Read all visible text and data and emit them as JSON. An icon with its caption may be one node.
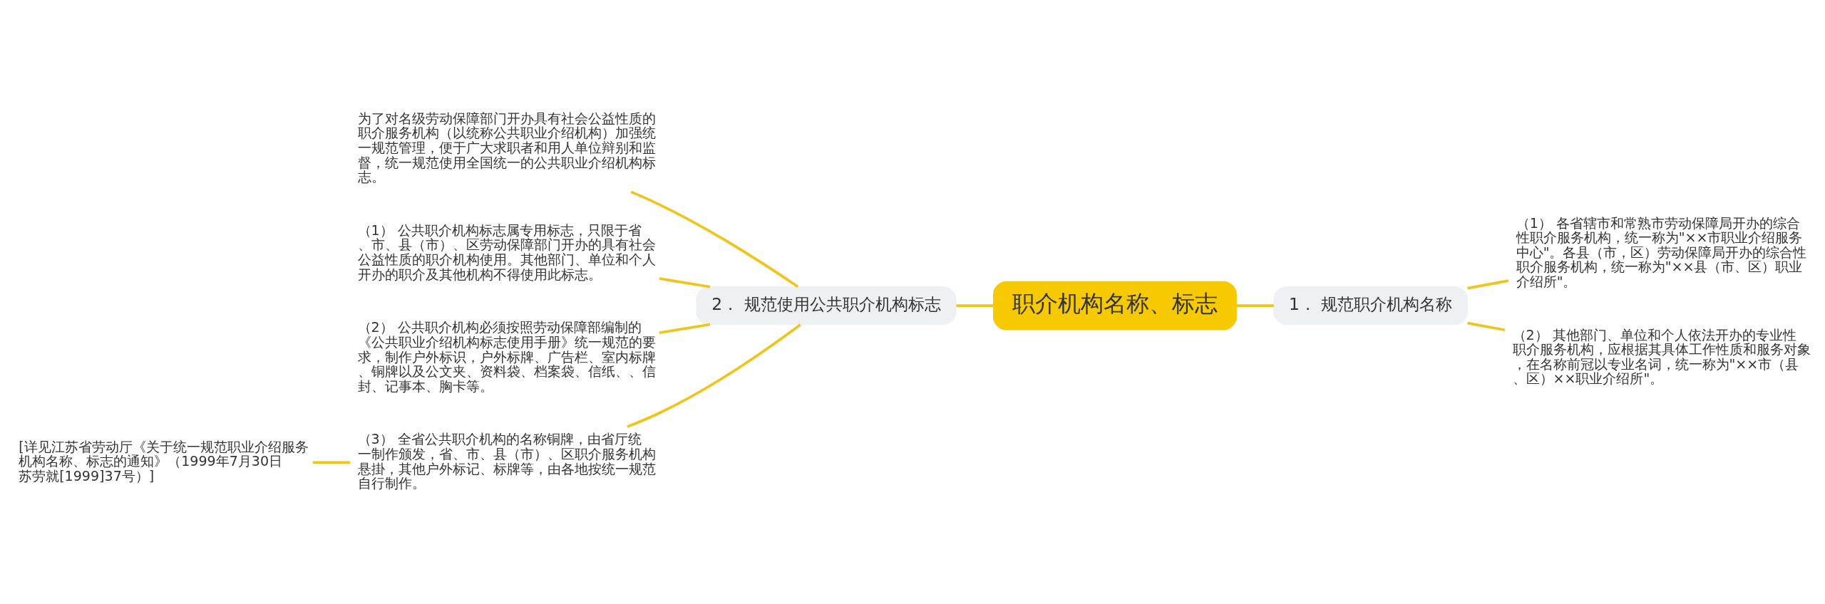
{
  "diagram": {
    "nodes": [
      {
        "text": [
          "职介机构名称、标志"
        ]
      },
      {
        "text": [
          "1． 规范职介机构名称"
        ]
      },
      {
        "text": [
          "（1） 各省辖市和常熟市劳动保障局开办的综合性职介服务机构，统一称为\"××市职业介绍服务中心\"。各县（市，区）劳动保障局开办的综合性职介服务机构，统一称为\"××县（市、区）职业介绍所\"。"
        ]
      },
      {
        "text": [
          "（2） 其他部门、单位和个人依法开办的专业性职介服务机构，应根据其具体工作性质和服务对象，在名称前冠以专业名词，统一称为\"××市（县、区）××职业介绍所\"。"
        ]
      },
      {
        "text": [
          "2． 规范使用公共职介机构标志"
        ]
      },
      {
        "text": [
          "为了对名级劳动保障部门开办具有社会公益性质的职介服务机构（以统称公共职业介绍机构）加强统一规范管理，便于广大求职者和用人单位辩别和监督，统一规范使用全国统一的公共职业介绍机构标志。"
        ]
      },
      {
        "text": [
          "（1） 公共职介机构标志属专用标志，只限于省、市、县（市）、区劳动保障部门开办的具有社会公益性质的职介机构使用。其他部门、单位和个人开办的职介及其他机构不得使用此标志。"
        ]
      },
      {
        "text": [
          "（2） 公共职介机构必须按照劳动保障部编制的《公共职业介绍机构标志使用手册》统一规范的要求，制作户外标识，户外标牌、广告栏、室内标牌、铜牌以及公文夹、资料袋、档案袋、信纸、、信封、记事本、胸卡等。"
        ]
      },
      {
        "text": [
          "（3） 全省公共职介机构的名称铜牌，由省厅统一制作颁发，省、市、县（市）、区职介服务机构悬掛，其他户外标记、标牌等，由各地按统一规范自行制作。"
        ]
      },
      {
        "text": [
          "[详见江苏省劳动厅《关于统一规范职业介绍服务机构名称、标志的通知》（1999年7月30日苏劳就[1999]37号）]"
        ]
      }
    ],
    "edges": [
      {
        "from": 0,
        "to": 1,
        "arrow": "none"
      },
      {
        "from": 1,
        "to": 2,
        "arrow": "none"
      },
      {
        "from": 1,
        "to": 3,
        "arrow": "none"
      },
      {
        "from": 4,
        "to": 0,
        "arrow": "none"
      },
      {
        "from": 5,
        "to": 4,
        "arrow": "none"
      },
      {
        "from": 6,
        "to": 4,
        "arrow": "none"
      },
      {
        "from": 7,
        "to": 4,
        "arrow": "none"
      },
      {
        "from": 8,
        "to": 4,
        "arrow": "none"
      },
      {
        "from": 9,
        "to": 8,
        "arrow": "none"
      }
    ]
  }
}
